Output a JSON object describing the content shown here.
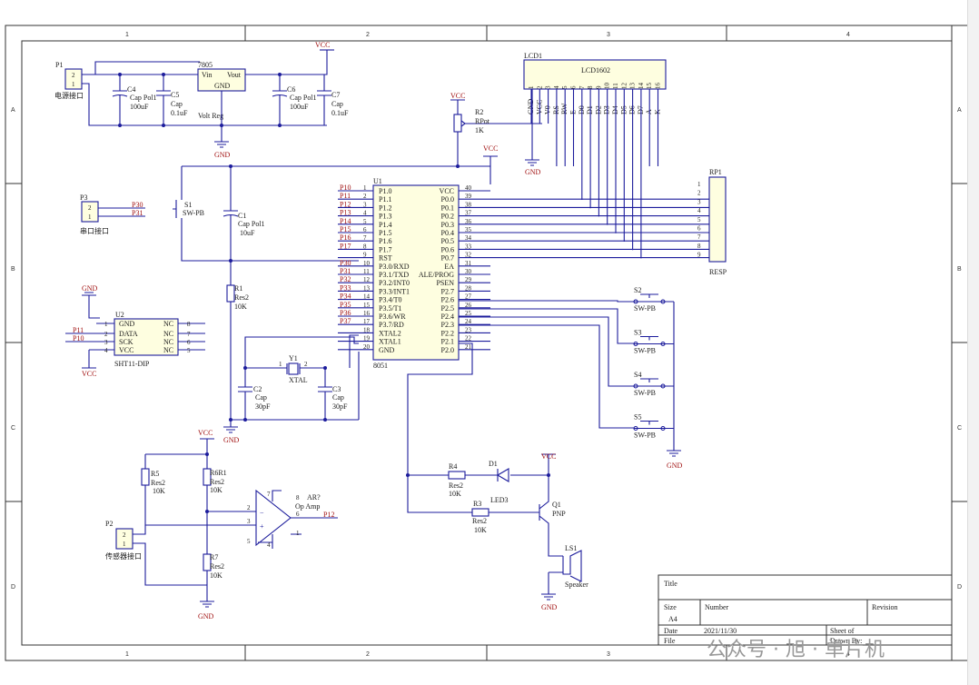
{
  "border": {
    "col_labels": [
      "1",
      "2",
      "3",
      "4"
    ],
    "row_labels": [
      "A",
      "B",
      "C",
      "D"
    ]
  },
  "power": {
    "p1_ref": "P1",
    "p1_name": "电源接口",
    "p1_pins": [
      "2",
      "1"
    ],
    "c4_ref": "C4",
    "c4_type": "Cap Pol1",
    "c4_val": "100uF",
    "c5_ref": "C5",
    "c5_type": "Cap",
    "c5_val": "0.1uF",
    "reg_ref": "7805",
    "reg_vin": "Vin",
    "reg_vout": "Vout",
    "reg_gnd": "GND",
    "reg_name": "Volt Reg",
    "c6_ref": "C6",
    "c6_type": "Cap Pol1",
    "c6_val": "100uF",
    "c7_ref": "C7",
    "c7_type": "Cap",
    "c7_val": "0.1uF",
    "vcc": "VCC",
    "gnd": "GND"
  },
  "serial": {
    "ref": "P3",
    "name": "串口接口",
    "pins": [
      "2",
      "1"
    ],
    "net1": "P30",
    "net2": "P31"
  },
  "reset": {
    "s1_ref": "S1",
    "s1_type": "SW-PB",
    "c1_ref": "C1",
    "c1_type": "Cap Pol1",
    "c1_val": "10uF",
    "r1_ref": "R1",
    "r1_type": "Res2",
    "r1_val": "10K"
  },
  "sht11": {
    "ref": "U2",
    "name": "SHT11-DIP",
    "left_pins": [
      {
        "num": "1",
        "name": "GND"
      },
      {
        "num": "2",
        "name": "DATA"
      },
      {
        "num": "3",
        "name": "SCK"
      },
      {
        "num": "4",
        "name": "VCC"
      }
    ],
    "right_pins": [
      {
        "num": "8",
        "name": "NC"
      },
      {
        "num": "7",
        "name": "NC"
      },
      {
        "num": "6",
        "name": "NC"
      },
      {
        "num": "5",
        "name": "NC"
      }
    ],
    "net_data": "P11",
    "net_sck": "P10",
    "gnd": "GND",
    "vcc": "VCC"
  },
  "mcu": {
    "ref": "U1",
    "name": "8051",
    "left_pins": [
      {
        "num": "1",
        "name": "P1.0",
        "net": "P10"
      },
      {
        "num": "2",
        "name": "P1.1",
        "net": "P11"
      },
      {
        "num": "3",
        "name": "P1.2",
        "net": "P12"
      },
      {
        "num": "4",
        "name": "P1.3",
        "net": "P13"
      },
      {
        "num": "5",
        "name": "P1.4",
        "net": "P14"
      },
      {
        "num": "6",
        "name": "P1.5",
        "net": "P15"
      },
      {
        "num": "7",
        "name": "P1.6",
        "net": "P16"
      },
      {
        "num": "8",
        "name": "P1.7",
        "net": "P17"
      },
      {
        "num": "9",
        "name": "RST",
        "net": ""
      },
      {
        "num": "10",
        "name": "P3.0/RXD",
        "net": "P30"
      },
      {
        "num": "11",
        "name": "P3.1/TXD",
        "net": "P31"
      },
      {
        "num": "12",
        "name": "P3.2/INT0",
        "net": "P32"
      },
      {
        "num": "13",
        "name": "P3.3/INT1",
        "net": "P33"
      },
      {
        "num": "14",
        "name": "P3.4/T0",
        "net": "P34"
      },
      {
        "num": "15",
        "name": "P3.5/T1",
        "net": "P35"
      },
      {
        "num": "16",
        "name": "P3.6/WR",
        "net": "P36"
      },
      {
        "num": "17",
        "name": "P3.7/RD",
        "net": "P37"
      },
      {
        "num": "18",
        "name": "XTAL2",
        "net": ""
      },
      {
        "num": "19",
        "name": "XTAL1",
        "net": ""
      },
      {
        "num": "20",
        "name": "GND",
        "net": ""
      }
    ],
    "right_pins": [
      {
        "num": "40",
        "name": "VCC"
      },
      {
        "num": "39",
        "name": "P0.0"
      },
      {
        "num": "38",
        "name": "P0.1"
      },
      {
        "num": "37",
        "name": "P0.2"
      },
      {
        "num": "36",
        "name": "P0.3"
      },
      {
        "num": "35",
        "name": "P0.4"
      },
      {
        "num": "34",
        "name": "P0.5"
      },
      {
        "num": "33",
        "name": "P0.6"
      },
      {
        "num": "32",
        "name": "P0.7"
      },
      {
        "num": "31",
        "name": "EA"
      },
      {
        "num": "30",
        "name": "ALE/PROG"
      },
      {
        "num": "29",
        "name": "PSEN"
      },
      {
        "num": "28",
        "name": "P2.7"
      },
      {
        "num": "27",
        "name": "P2.6"
      },
      {
        "num": "26",
        "name": "P2.5"
      },
      {
        "num": "25",
        "name": "P2.4"
      },
      {
        "num": "24",
        "name": "P2.3"
      },
      {
        "num": "23",
        "name": "P2.2"
      },
      {
        "num": "22",
        "name": "P2.1"
      },
      {
        "num": "21",
        "name": "P2.0"
      }
    ]
  },
  "crystal": {
    "ref": "Y1",
    "name": "XTAL",
    "pin1": "1",
    "pin2": "2",
    "c2_ref": "C2",
    "c2_type": "Cap",
    "c2_val": "30pF",
    "c3_ref": "C3",
    "c3_type": "Cap",
    "c3_val": "30pF"
  },
  "lcd": {
    "ref": "LCD1",
    "name": "LCD1602",
    "pins": [
      {
        "num": "1",
        "name": "GND"
      },
      {
        "num": "2",
        "name": "VCC"
      },
      {
        "num": "3",
        "name": "V0"
      },
      {
        "num": "4",
        "name": "RS"
      },
      {
        "num": "5",
        "name": "RW"
      },
      {
        "num": "6",
        "name": "E"
      },
      {
        "num": "7",
        "name": "D0"
      },
      {
        "num": "8",
        "name": "D1"
      },
      {
        "num": "9",
        "name": "D2"
      },
      {
        "num": "10",
        "name": "D3"
      },
      {
        "num": "11",
        "name": "D4"
      },
      {
        "num": "12",
        "name": "D5"
      },
      {
        "num": "13",
        "name": "D6"
      },
      {
        "num": "14",
        "name": "D7"
      },
      {
        "num": "15",
        "name": "A"
      },
      {
        "num": "16",
        "name": "K"
      }
    ]
  },
  "rpot": {
    "ref": "R2",
    "type": "RPot",
    "val": "1K"
  },
  "resp": {
    "ref": "RP1",
    "name": "RESP",
    "pins": [
      "1",
      "2",
      "3",
      "4",
      "5",
      "6",
      "7",
      "8",
      "9"
    ]
  },
  "switches": [
    {
      "ref": "S2",
      "type": "SW-PB"
    },
    {
      "ref": "S3",
      "type": "SW-PB"
    },
    {
      "ref": "S4",
      "type": "SW-PB"
    },
    {
      "ref": "S5",
      "type": "SW-PB"
    }
  ],
  "buzzer": {
    "r4_ref": "R4",
    "r4_type": "Res2",
    "r4_val": "10K",
    "d1_ref": "D1",
    "d1_name": "LED3",
    "r3_ref": "R3",
    "r3_type": "Res2",
    "r3_val": "10K",
    "q1_ref": "Q1",
    "q1_type": "PNP",
    "ls1_ref": "LS1",
    "ls1_name": "Speaker"
  },
  "sensor": {
    "r5_ref": "R5",
    "r5_type": "Res2",
    "r5_val": "10K",
    "r6_ref": "R6R1",
    "r6_type": "Res2",
    "r6_val": "10K",
    "r7_ref": "R7",
    "r7_type": "Res2",
    "r7_val": "10K",
    "p2_ref": "P2",
    "p2_name": "传感器接口",
    "p2_pins": [
      "2",
      "1"
    ],
    "amp_ref": "AR?",
    "amp_name": "Op Amp",
    "amp_out": "P12",
    "amp_pins": [
      "2",
      "3",
      "7",
      "4",
      "8",
      "5",
      "6",
      "1"
    ]
  },
  "title_block": {
    "title_label": "Title",
    "size_label": "Size",
    "size_val": "A4",
    "number_label": "Number",
    "revision_label": "Revision",
    "date_label": "Date",
    "date_val": "2021/11/30",
    "file_label": "File",
    "sheet_label": "Sheet   of",
    "drawn_label": "Drawn By:"
  },
  "watermark": "公众号 · 旭 · 单片机"
}
